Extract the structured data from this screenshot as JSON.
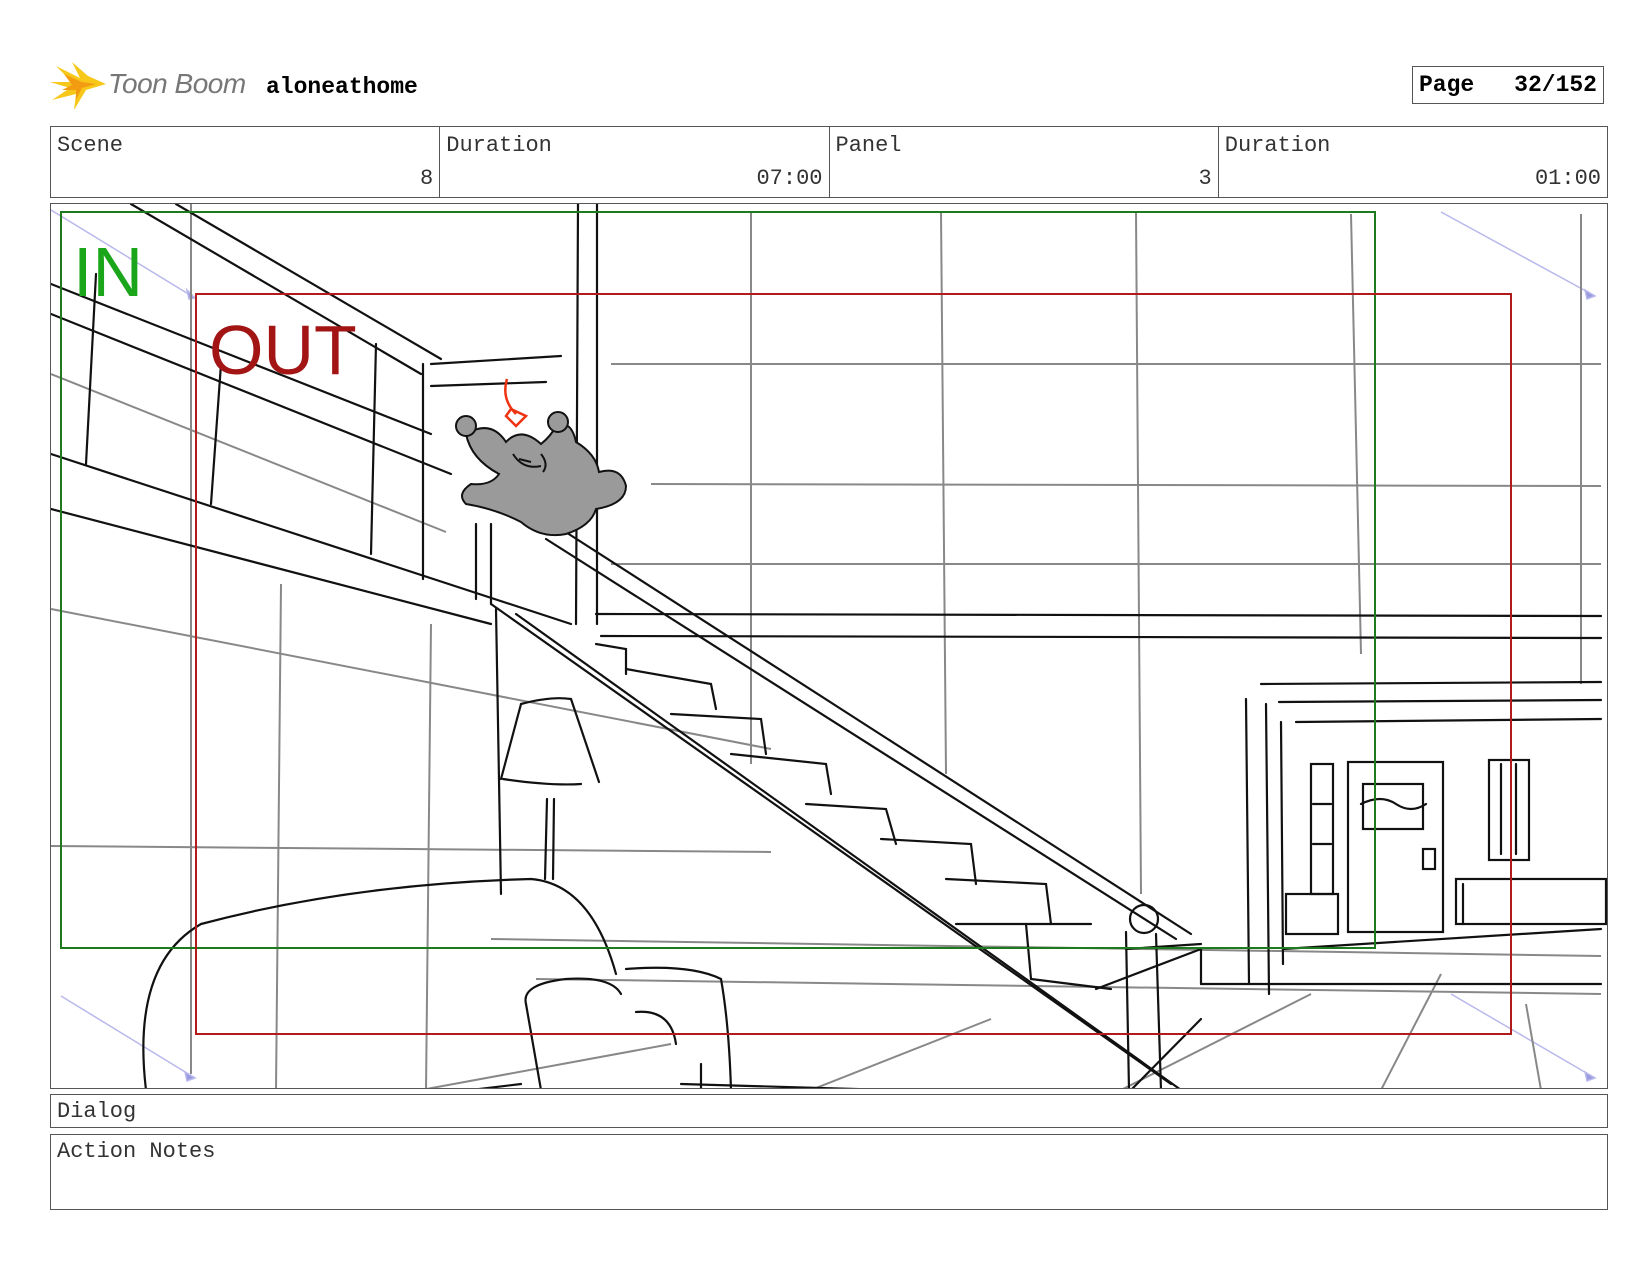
{
  "header": {
    "brand": "Toon Boom",
    "project": "aloneathome",
    "page_label": "Page",
    "page_value": "32/152"
  },
  "info": {
    "scene_label": "Scene",
    "scene_value": "8",
    "scene_duration_label": "Duration",
    "scene_duration_value": "07:00",
    "panel_label": "Panel",
    "panel_value": "3",
    "panel_duration_label": "Duration",
    "panel_duration_value": "01:00"
  },
  "frame": {
    "in_label": "IN",
    "out_label": "OUT",
    "in_color": "#1aa51a",
    "out_color": "#a31515"
  },
  "dialog": {
    "label": "Dialog"
  },
  "notes": {
    "label": "Action Notes"
  }
}
